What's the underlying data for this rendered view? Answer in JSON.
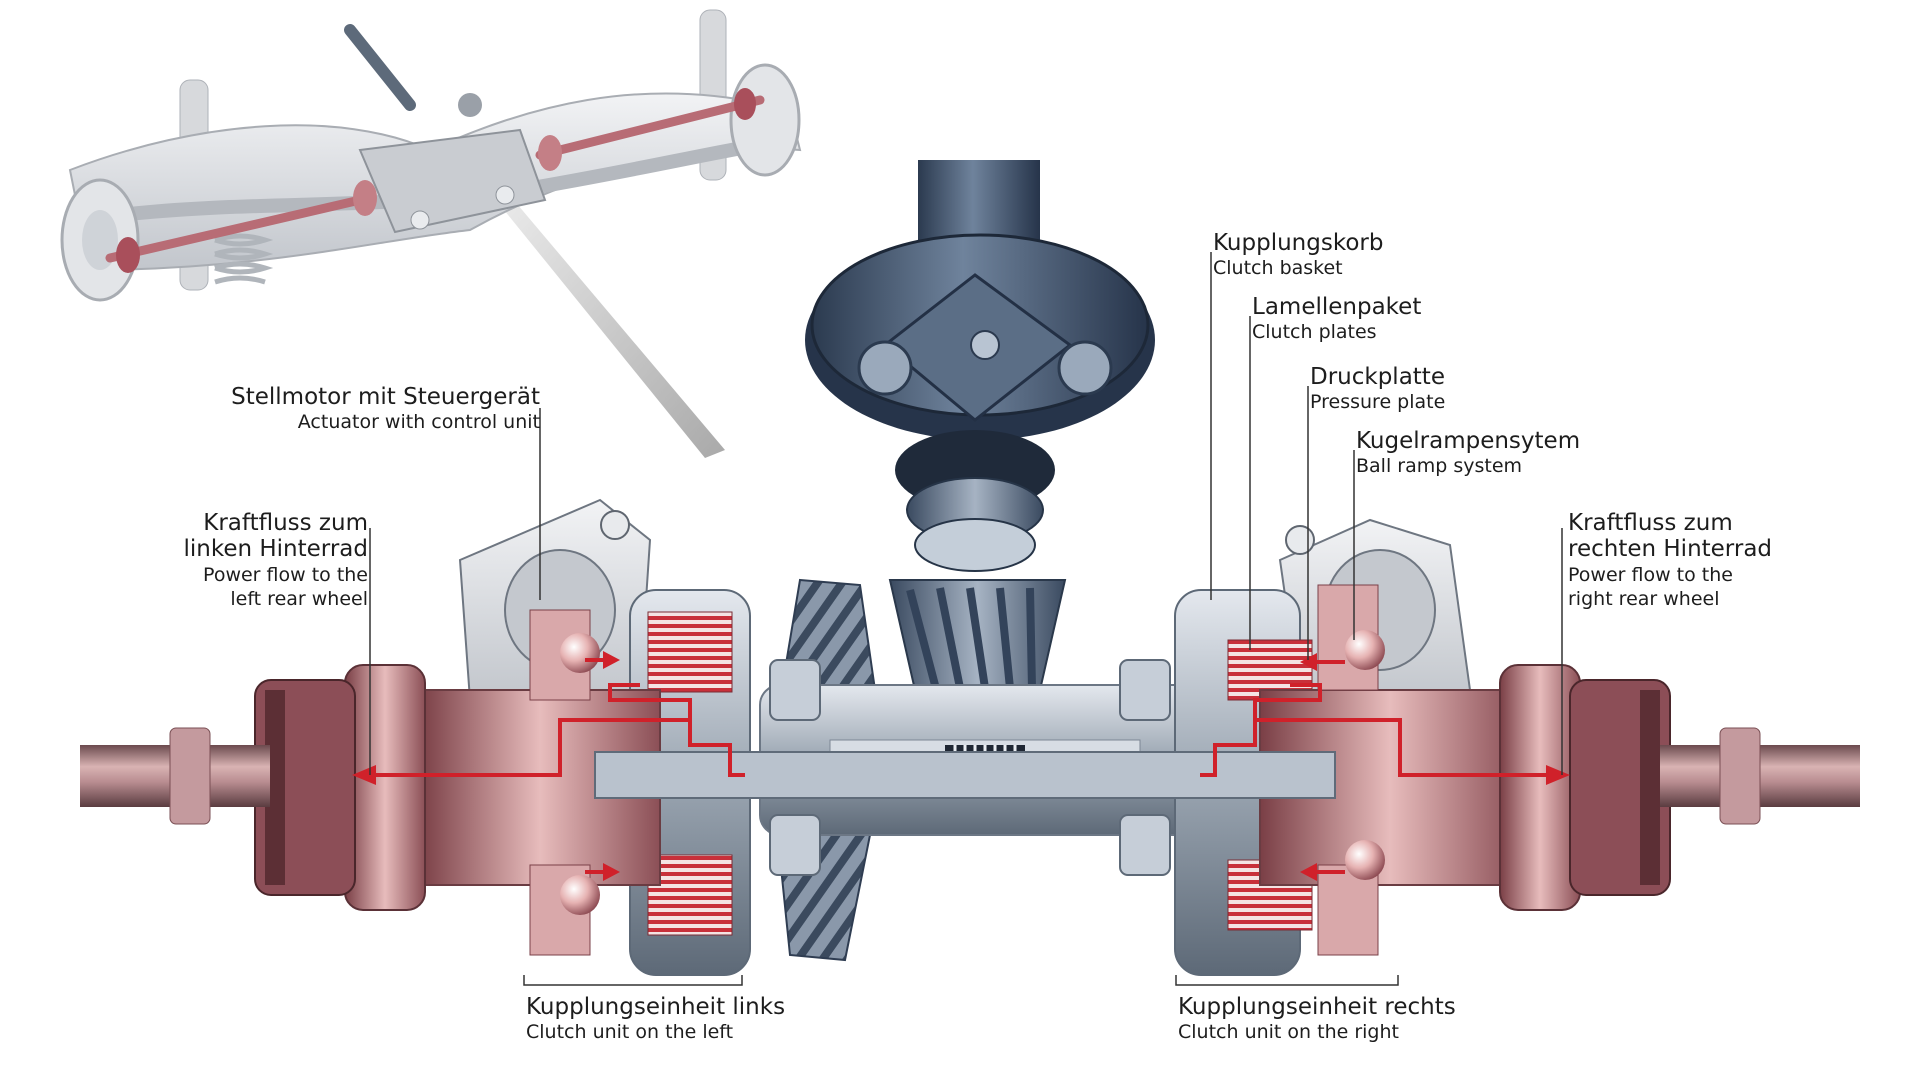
{
  "colors": {
    "background": "#ffffff",
    "text": "#1d1d1d",
    "leader_lines": "#333333",
    "power_flow_arrow": "#d0212a",
    "shaft_rose": "#d6a6a6",
    "housing_grey": "#9aa5b1",
    "flange_blue": "#3c4e66"
  },
  "labels": {
    "actuator": {
      "de": "Stellmotor mit Steuergerät",
      "en": "Actuator with control unit"
    },
    "left_flow": {
      "de1": "Kraftfluss zum",
      "de2": "linken Hinterrad",
      "en1": "Power flow to the",
      "en2": "left rear wheel"
    },
    "right_flow": {
      "de1": "Kraftfluss zum",
      "de2": "rechten Hinterrad",
      "en1": "Power flow to the",
      "en2": "right rear wheel"
    },
    "clutch_basket": {
      "de": "Kupplungskorb",
      "en": "Clutch basket"
    },
    "clutch_plates": {
      "de": "Lamellenpaket",
      "en": "Clutch plates"
    },
    "pressure_plate": {
      "de": "Druckplatte",
      "en": "Pressure plate"
    },
    "ball_ramp": {
      "de": "Kugelrampensytem",
      "en": "Ball ramp system"
    },
    "clutch_left": {
      "de": "Kupplungseinheit links",
      "en": "Clutch unit on the left"
    },
    "clutch_right": {
      "de": "Kupplungseinheit rechts",
      "en": "Clutch unit on the right"
    }
  },
  "icons": {
    "inset": "rear-axle-chassis-icon",
    "main": "rear-differential-cutaway-icon"
  }
}
